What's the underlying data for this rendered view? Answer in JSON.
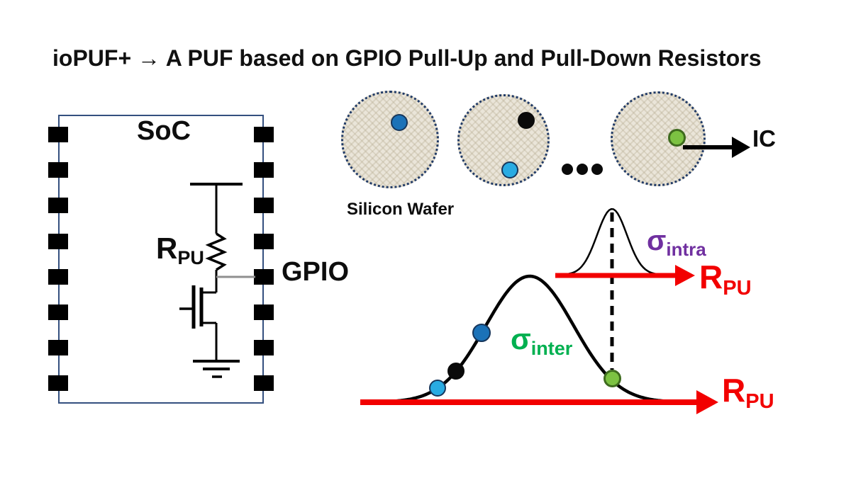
{
  "title": "ioPUF+ → A PUF based on GPIO Pull-Up and Pull-Down Resistors",
  "chip": {
    "name": "SoC",
    "resistor_label": {
      "base": "R",
      "sub": "PU"
    },
    "pin_label": "GPIO"
  },
  "wafer_section": {
    "caption": "Silicon Wafer",
    "ic_label": "IC",
    "wafers": [
      {
        "name": "wafer-1",
        "dots": [
          "blue_ic"
        ]
      },
      {
        "name": "wafer-2",
        "dots": [
          "black_ic",
          "cyan_ic"
        ]
      },
      {
        "name": "wafer-3",
        "dots": [
          "green_ic"
        ]
      }
    ]
  },
  "distribution": {
    "inter_sigma": {
      "base": "σ",
      "sub": "inter"
    },
    "intra_sigma": {
      "base": "σ",
      "sub": "intra"
    },
    "axis_label": {
      "base": "R",
      "sub": "PU"
    },
    "curve_dots": [
      "cyan_ic",
      "black_ic",
      "blue_ic",
      "green_ic"
    ]
  },
  "colors": {
    "title_text": "#111111",
    "chip_border": "#34507f",
    "pin_black": "#000000",
    "wire_gray": "#8f8f8f",
    "wafer_fill": "#eae5d9",
    "wafer_border": "#203a66",
    "blue_ic": "#1b72b8",
    "black_ic": "#0a0a0a",
    "cyan_ic": "#29abe2",
    "green_ic": "#7cc242",
    "red_axis": "#f20000",
    "sigma_inter_green": "#00b050",
    "sigma_intra_purple": "#7030a0",
    "dot_border_navy": "#16365c",
    "dot_border_green": "#3e6b1e"
  }
}
